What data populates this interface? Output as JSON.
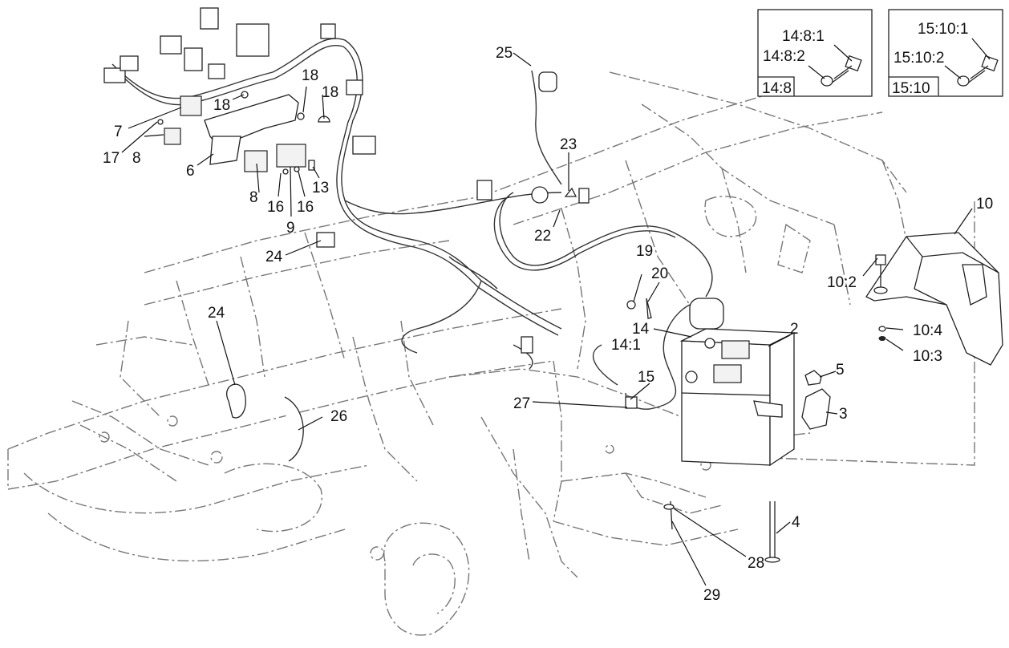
{
  "callouts": {
    "c2": "2",
    "c3": "3",
    "c4": "4",
    "c5": "5",
    "c6": "6",
    "c7": "7",
    "c8a": "8",
    "c8b": "8",
    "c9": "9",
    "c10": "10",
    "c10_2": "10:2",
    "c10_3": "10:3",
    "c10_4": "10:4",
    "c13": "13",
    "c14": "14",
    "c14_1": "14:1",
    "c15": "15",
    "c16a": "16",
    "c16b": "16",
    "c17": "17",
    "c18a": "18",
    "c18b": "18",
    "c18c": "18",
    "c19": "19",
    "c20": "20",
    "c22": "22",
    "c23": "23",
    "c24a": "24",
    "c24b": "24",
    "c25": "25",
    "c26": "26",
    "c27": "27",
    "c28": "28",
    "c29": "29"
  },
  "inset_14_8": {
    "tag": "14:8",
    "label_1": "14:8:1",
    "label_2": "14:8:2"
  },
  "inset_15_10": {
    "tag": "15:10",
    "label_1": "15:10:1",
    "label_2": "15:10:2"
  },
  "colors": {
    "line": "#222222",
    "dashed": "#777777",
    "background": "#ffffff"
  }
}
